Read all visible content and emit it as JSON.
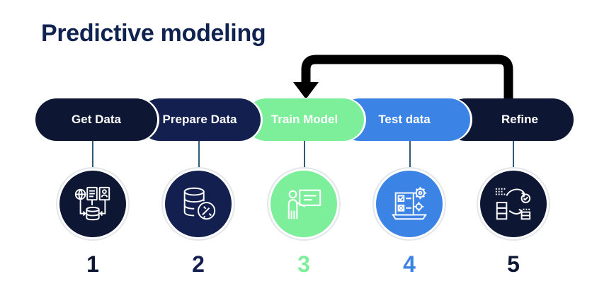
{
  "title": "Predictive modeling",
  "colors": {
    "navy_dark": "#0d1733",
    "navy": "#13204f",
    "green": "#7dee9a",
    "blue": "#3c83e6",
    "title": "#0f2250",
    "arrow": "#000000"
  },
  "steps": [
    {
      "label": "Get Data",
      "number": "1",
      "icon": "data-sources-database-icon"
    },
    {
      "label": "Prepare Data",
      "number": "2",
      "icon": "database-cleaning-brush-icon"
    },
    {
      "label": "Train Model",
      "number": "3",
      "icon": "presenter-whiteboard-icon"
    },
    {
      "label": "Test data",
      "number": "4",
      "icon": "checklist-gears-laptop-icon"
    },
    {
      "label": "Refine",
      "number": "5",
      "icon": "refine-cycle-icon"
    }
  ]
}
